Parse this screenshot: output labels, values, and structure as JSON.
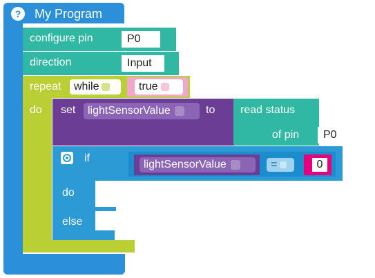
{
  "program": {
    "title": "My Program",
    "help_icon_glyph": "?"
  },
  "configure": {
    "label": "configure pin",
    "pin_value": "P0",
    "direction_label": "direction",
    "direction_value": "Input"
  },
  "repeat": {
    "label": "repeat",
    "mode": "while",
    "condition": "true",
    "do_label": "do"
  },
  "set": {
    "label": "set",
    "variable": "lightSensorValue",
    "to_label": "to",
    "read_label": "read status",
    "of_pin_label": "of pin",
    "pin_value": "P0"
  },
  "if_block": {
    "label": "if",
    "variable": "lightSensorValue",
    "operator": "=",
    "value": "0",
    "do_label": "do",
    "else_label": "else"
  },
  "colors": {
    "program": "#2b90d9",
    "pin": "#30b8a4",
    "repeat": "#b9cf33",
    "set": "#6b3d94",
    "if": "#2c9ad5",
    "number": "#e6007e"
  }
}
